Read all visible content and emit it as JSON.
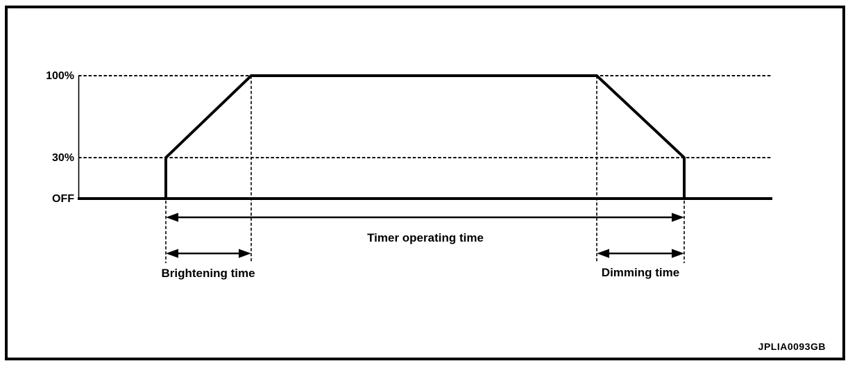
{
  "figure": {
    "code": "JPLIA0093GB",
    "background_color": "#ffffff",
    "ink_color": "#000000"
  },
  "axis_labels": {
    "full": "100%",
    "partial": "30%",
    "off": "OFF"
  },
  "annotations": {
    "timer_operating_time": "Timer operating time",
    "brightening_time": "Brightening time",
    "dimming_time": "Dimming time"
  },
  "diagram": {
    "type": "timing-diagram",
    "levels": [
      "OFF",
      "30%",
      "100%"
    ],
    "waveform_sequence": [
      {
        "segment": "off-hold",
        "level": "OFF"
      },
      {
        "segment": "turn-on-step",
        "from": "OFF",
        "to": "30%"
      },
      {
        "segment": "brightening-ramp",
        "from": "30%",
        "to": "100%",
        "label": "Brightening time"
      },
      {
        "segment": "full-brightness-hold",
        "level": "100%"
      },
      {
        "segment": "dimming-ramp",
        "from": "100%",
        "to": "30%",
        "label": "Dimming time"
      },
      {
        "segment": "turn-off-step",
        "from": "30%",
        "to": "OFF"
      },
      {
        "segment": "off-hold",
        "level": "OFF"
      }
    ],
    "timer_span": "Timer operating time spans from the turn-on step to the turn-off step"
  }
}
